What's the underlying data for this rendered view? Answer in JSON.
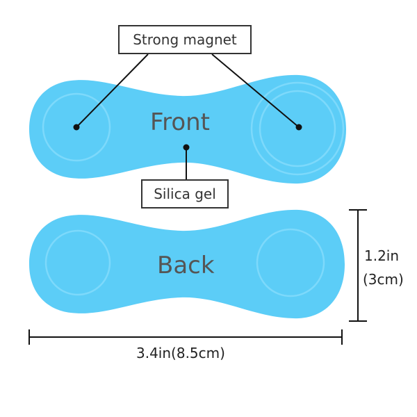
{
  "labels": {
    "strong_magnet": "Strong magnet",
    "silica_gel": "Silica gel",
    "front": "Front",
    "back": "Back"
  },
  "dimensions": {
    "height": "1.2in",
    "height_metric": "(3cm)",
    "width": "3.4in(8.5cm)"
  },
  "colors": {
    "body_fill": "#5ccdf7",
    "ring": "#7dd9fb",
    "line": "#111111"
  }
}
